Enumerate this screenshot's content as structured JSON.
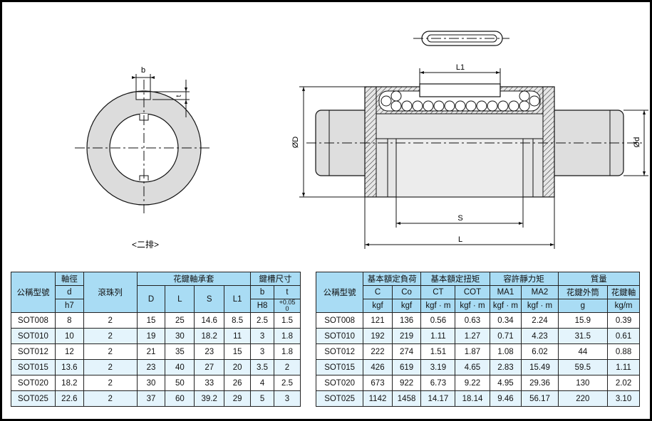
{
  "drawing": {
    "label_b": "b",
    "label_t": "t",
    "caption": "<二排>",
    "label_L1": "L1",
    "label_OD": "ØD",
    "label_Od": "Ød",
    "label_S": "S",
    "label_L": "L"
  },
  "table1": {
    "h_model": "公稱型號",
    "h_shaft": "軸徑",
    "h_d": "d",
    "h_h7": "h7",
    "h_balls": "滾珠列",
    "h_bearing": "花鍵軸承套",
    "h_D": "D",
    "h_L": "L",
    "h_S": "S",
    "h_L1": "L1",
    "h_key": "鍵槽尺寸",
    "h_b": "b",
    "h_t": "t",
    "h_H8": "H8",
    "h_tol_top": "+0.05",
    "h_tol_bot": "0",
    "rows": [
      [
        "SOT008",
        "8",
        "2",
        "15",
        "25",
        "14.6",
        "8.5",
        "2.5",
        "1.5"
      ],
      [
        "SOT010",
        "10",
        "2",
        "19",
        "30",
        "18.2",
        "11",
        "3",
        "1.8"
      ],
      [
        "SOT012",
        "12",
        "2",
        "21",
        "35",
        "23",
        "15",
        "3",
        "1.8"
      ],
      [
        "SOT015",
        "13.6",
        "2",
        "23",
        "40",
        "27",
        "20",
        "3.5",
        "2"
      ],
      [
        "SOT020",
        "18.2",
        "2",
        "30",
        "50",
        "33",
        "26",
        "4",
        "2.5"
      ],
      [
        "SOT025",
        "22.6",
        "2",
        "37",
        "60",
        "39.2",
        "29",
        "5",
        "3"
      ]
    ]
  },
  "table2": {
    "h_model": "公稱型號",
    "h_load": "基本額定負荷",
    "h_torque": "基本額定扭矩",
    "h_static": "容許靜力矩",
    "h_mass": "質量",
    "h_C": "C",
    "h_Co": "Co",
    "h_CT": "CT",
    "h_COT": "COT",
    "h_MA1": "MA1",
    "h_MA2": "MA2",
    "h_outer": "花鍵外筒",
    "h_shaft": "花鍵軸",
    "u_kgf1": "kgf",
    "u_kgf2": "kgf",
    "u_kgfm1": "kgf · m",
    "u_kgfm2": "kgf · m",
    "u_kgfm3": "kgf · m",
    "u_kgfm4": "kgf · m",
    "u_g": "g",
    "u_kgm": "kg/m",
    "rows": [
      [
        "SOT008",
        "121",
        "136",
        "0.56",
        "0.63",
        "0.34",
        "2.24",
        "15.9",
        "0.39"
      ],
      [
        "SOT010",
        "192",
        "219",
        "1.11",
        "1.27",
        "0.71",
        "4.23",
        "31.5",
        "0.61"
      ],
      [
        "SOT012",
        "222",
        "274",
        "1.51",
        "1.87",
        "1.08",
        "6.02",
        "44",
        "0.88"
      ],
      [
        "SOT015",
        "426",
        "619",
        "3.19",
        "4.65",
        "2.83",
        "15.49",
        "59.5",
        "1.11"
      ],
      [
        "SOT020",
        "673",
        "922",
        "6.73",
        "9.22",
        "4.95",
        "29.36",
        "130",
        "2.02"
      ],
      [
        "SOT025",
        "1142",
        "1458",
        "14.17",
        "18.14",
        "9.46",
        "56.17",
        "220",
        "3.10"
      ]
    ]
  }
}
